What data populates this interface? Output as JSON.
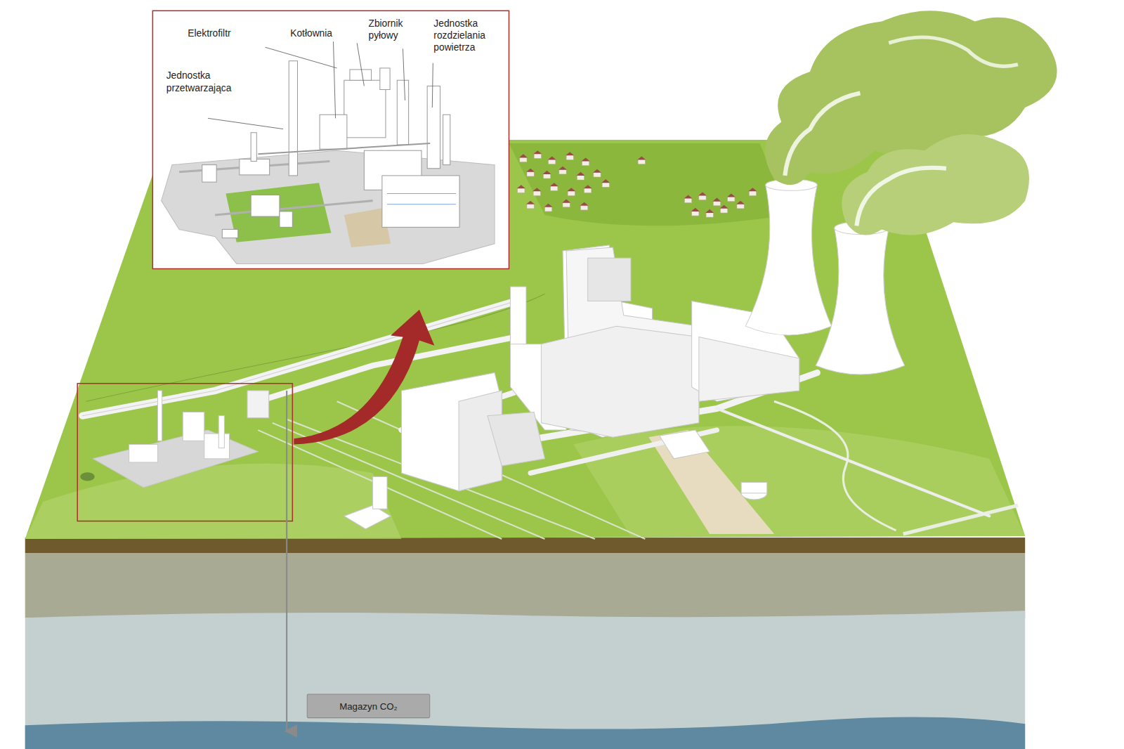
{
  "diagram": {
    "nodes": [
      {
        "text": [
          "Magazyn CO₂"
        ]
      }
    ],
    "labels": [
      "Elektrofiltr",
      "Kotłownia",
      "Zbiornik pyłowy",
      "Jednostka rozdzielania powietrza",
      "Jednostka przetwarzająca"
    ]
  }
}
